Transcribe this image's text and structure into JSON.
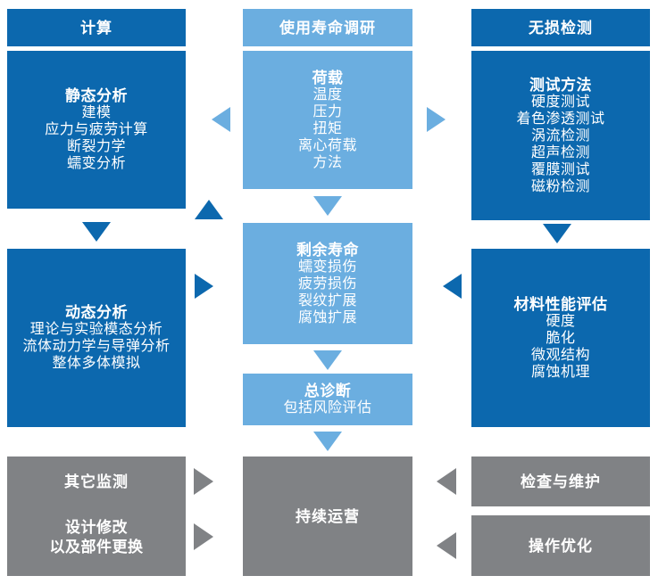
{
  "diagram": {
    "title": "Lifetime assessment workflow diagram",
    "colors": {
      "dark_blue": "#0C68AE",
      "light_blue": "#6BAEE0",
      "gray": "#808285",
      "text": "#FFFFFF",
      "background": "#FFFFFF"
    }
  },
  "columns": {
    "left": {
      "header": "计算",
      "static_analysis": {
        "title": "静态分析",
        "items": [
          "建模",
          "应力与疲劳计算",
          "断裂力学",
          "蠕变分析"
        ]
      },
      "dynamic_analysis": {
        "title": "动态分析",
        "items": [
          "理论与实验模态分析",
          "流体动力学与导弹分析",
          "整体多体模拟"
        ]
      },
      "other_monitoring": "其它监测",
      "design_change": [
        "设计修改",
        "以及部件更换"
      ]
    },
    "center": {
      "header": "使用寿命调研",
      "loads": {
        "title": "荷载",
        "items": [
          "温度",
          "压力",
          "扭矩",
          "离心荷载",
          "方法"
        ]
      },
      "residual_life": {
        "title": "剩余寿命",
        "items": [
          "蠕变损伤",
          "疲劳损伤",
          "裂纹扩展",
          "腐蚀扩展"
        ]
      },
      "diagnosis": {
        "title": "总诊断",
        "items": [
          "包括风险评估"
        ]
      },
      "continued_operation": "持续运营"
    },
    "right": {
      "header": "无损检测",
      "test_methods": {
        "title": "测试方法",
        "items": [
          "硬度测试",
          "着色渗透测试",
          "涡流检测",
          "超声检测",
          "覆膜测试",
          "磁粉检测"
        ]
      },
      "material_assessment": {
        "title": "材料性能评估",
        "items": [
          "硬度",
          "脆化",
          "微观结构",
          "腐蚀机理"
        ]
      },
      "inspection_maintenance": "检查与维护",
      "operation_optimization": "操作优化"
    }
  },
  "arrows": [
    {
      "name": "arrow-loads-to-static",
      "direction": "left",
      "color": "light"
    },
    {
      "name": "arrow-loads-to-testmethods",
      "direction": "right",
      "color": "light"
    },
    {
      "name": "arrow-dynamic-to-static",
      "direction": "up",
      "color": "dark"
    },
    {
      "name": "arrow-static-to-dynamic",
      "direction": "down",
      "color": "dark"
    },
    {
      "name": "arrow-loads-to-residual",
      "direction": "down",
      "color": "light"
    },
    {
      "name": "arrow-dynamic-to-residual",
      "direction": "right",
      "color": "dark"
    },
    {
      "name": "arrow-material-to-residual",
      "direction": "left",
      "color": "dark"
    },
    {
      "name": "arrow-testmethods-to-material",
      "direction": "down",
      "color": "dark"
    },
    {
      "name": "arrow-residual-to-diagnosis",
      "direction": "down",
      "color": "light"
    },
    {
      "name": "arrow-diagnosis-to-operation",
      "direction": "down",
      "color": "light"
    },
    {
      "name": "arrow-othermonitoring-to-operation",
      "direction": "right",
      "color": "gray"
    },
    {
      "name": "arrow-designchange-to-operation",
      "direction": "right",
      "color": "gray"
    },
    {
      "name": "arrow-inspection-to-operation",
      "direction": "left",
      "color": "gray"
    },
    {
      "name": "arrow-optimization-to-operation",
      "direction": "left",
      "color": "gray"
    }
  ]
}
